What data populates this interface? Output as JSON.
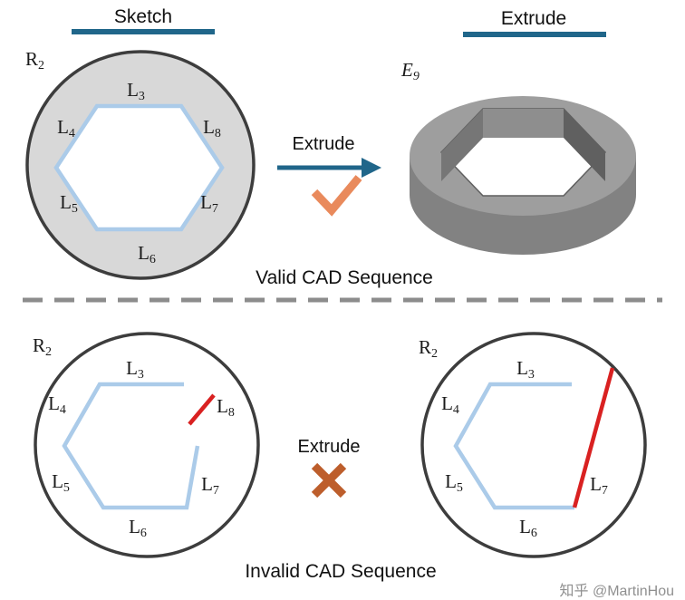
{
  "header": {
    "sketch_title": "Sketch",
    "extrude_title": "Extrude"
  },
  "valid": {
    "arrow_label": "Extrude",
    "caption": "Valid CAD Sequence",
    "sketch": {
      "radius_label": {
        "main": "R",
        "sub": "2"
      },
      "edge_labels": [
        {
          "main": "L",
          "sub": "3"
        },
        {
          "main": "L",
          "sub": "4"
        },
        {
          "main": "L",
          "sub": "5"
        },
        {
          "main": "L",
          "sub": "6"
        },
        {
          "main": "L",
          "sub": "7"
        },
        {
          "main": "L",
          "sub": "8"
        }
      ]
    },
    "solid": {
      "extrude_label": {
        "main": "E",
        "sub": "9"
      }
    }
  },
  "invalid": {
    "arrow_label": "Extrude",
    "caption": "Invalid CAD Sequence",
    "left_sketch": {
      "radius_label": {
        "main": "R",
        "sub": "2"
      },
      "edge_labels": [
        {
          "main": "L",
          "sub": "3"
        },
        {
          "main": "L",
          "sub": "4"
        },
        {
          "main": "L",
          "sub": "5"
        },
        {
          "main": "L",
          "sub": "6"
        },
        {
          "main": "L",
          "sub": "7"
        },
        {
          "main": "L",
          "sub": "8"
        }
      ]
    },
    "right_sketch": {
      "radius_label": {
        "main": "R",
        "sub": "2"
      },
      "edge_labels": [
        {
          "main": "L",
          "sub": "3"
        },
        {
          "main": "L",
          "sub": "4"
        },
        {
          "main": "L",
          "sub": "5"
        },
        {
          "main": "L",
          "sub": "6"
        },
        {
          "main": "L",
          "sub": "7"
        }
      ]
    }
  },
  "watermark": "知乎 @MartinHou",
  "colors": {
    "teal": "#20668a",
    "light_blue": "#abcbe9",
    "red": "#d92121",
    "check_orange": "#e98a5c",
    "cross_orange": "#bd5e2c",
    "sketch_fill": "#d8d8d8",
    "divider_gray": "#8c8c8c",
    "solid_top": "#9e9e9e",
    "solid_side": "#828282",
    "wall_top": "#8e8e8e",
    "wall_left": "#767676",
    "wall_right": "#606060"
  }
}
